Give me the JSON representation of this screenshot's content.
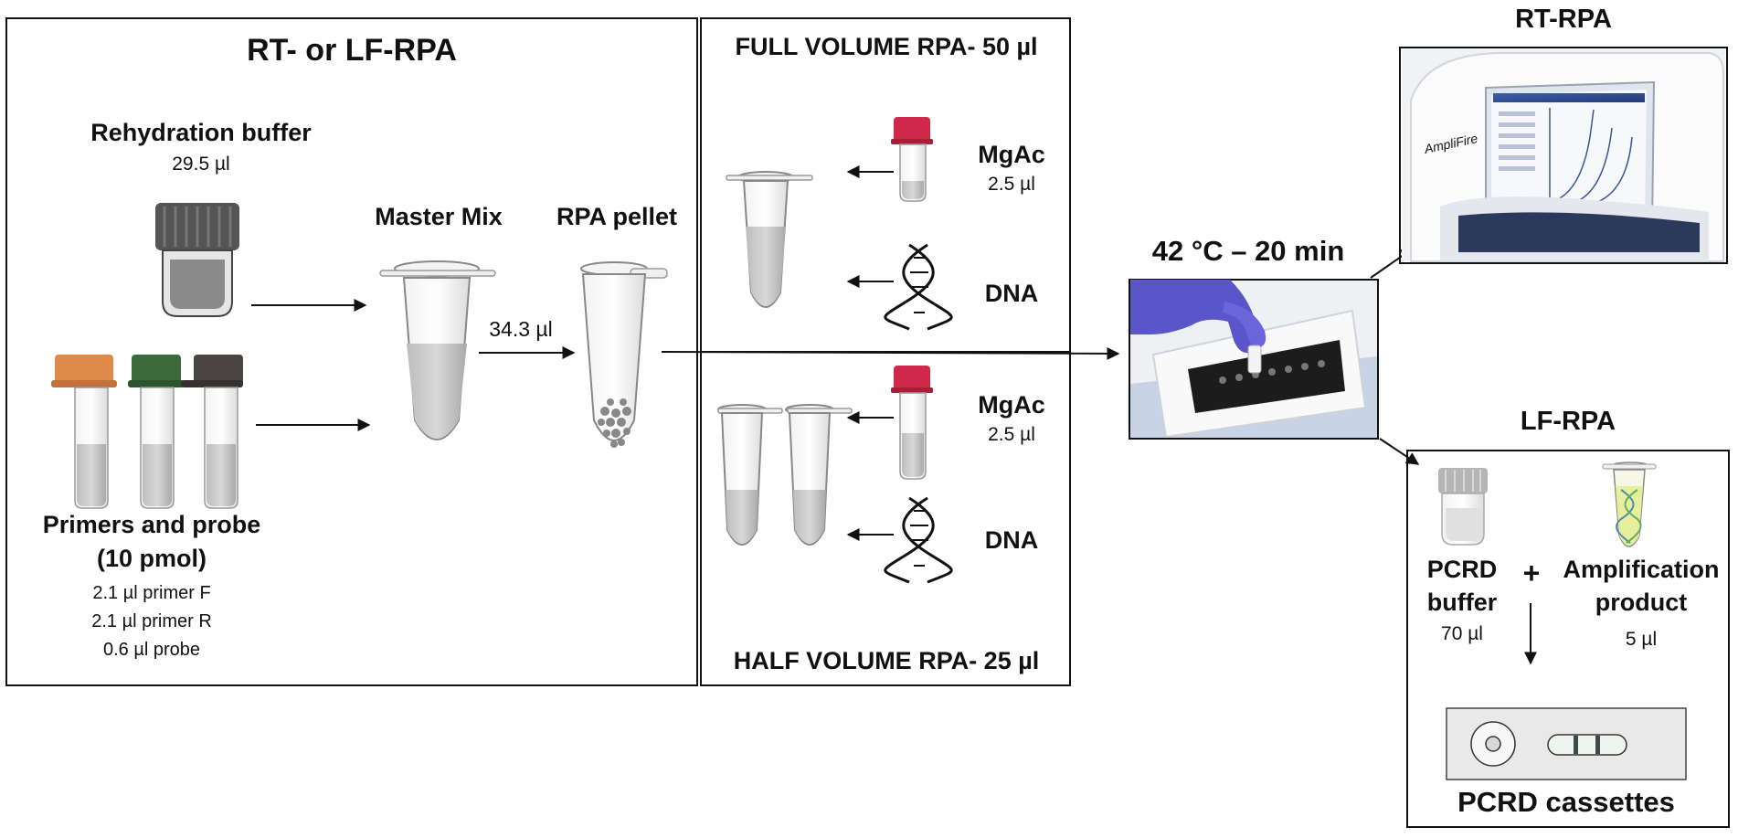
{
  "panels": {
    "main_title": "RT- or LF-RPA",
    "full_volume_title": "FULL VOLUME RPA- 50 µl",
    "half_volume_title": "HALF VOLUME RPA- 25 µl",
    "rt_rpa_title": "RT-RPA",
    "lf_rpa_title": "LF-RPA"
  },
  "reagents": {
    "rehydration_label": "Rehydration buffer",
    "rehydration_volume": "29.5 µl",
    "master_mix_label": "Master Mix",
    "rpa_pellet_label": "RPA pellet",
    "transfer_volume": "34.3 µl",
    "primers_label_line1": "Primers and probe",
    "primers_label_line2": "(10 pmol)",
    "primer_f": "2.1 µl primer F",
    "primer_r": "2.1 µl primer R",
    "probe": "0.6 µl probe"
  },
  "full_volume": {
    "mgac_label": "MgAc",
    "mgac_volume": "2.5 µl",
    "dna_label": "DNA"
  },
  "half_volume": {
    "mgac_label": "MgAc",
    "mgac_volume": "2.5 µl",
    "dna_label": "DNA"
  },
  "incubation": {
    "condition": "42 °C – 20 min"
  },
  "device": {
    "brand": "AmpliFire"
  },
  "lf": {
    "buffer_line1": "PCRD",
    "buffer_line2": "buffer",
    "buffer_volume": "70 µl",
    "plus": "+",
    "product_line1": "Amplification",
    "product_line2": "product",
    "product_volume": "5 µl",
    "cassette_label": "PCRD cassettes"
  },
  "colors": {
    "cap_orange": "#e08a4a",
    "cap_green": "#3c6b3c",
    "cap_dark": "#4a4442",
    "cap_magenta": "#d0284a",
    "glove_purple": "#5a55c8"
  }
}
